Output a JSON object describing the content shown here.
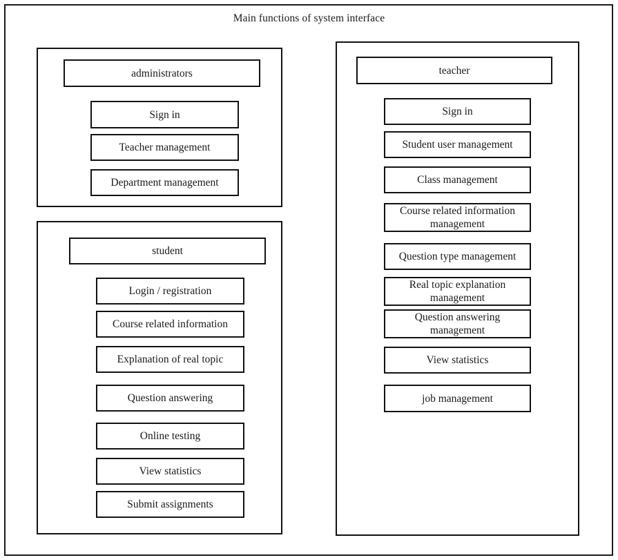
{
  "figure": {
    "title": "Main functions of system interface",
    "background": "#ffffff",
    "line_color": "#111111"
  },
  "groups": {
    "administrators": {
      "header": "administrators",
      "items": [
        {
          "label": "Sign in"
        },
        {
          "label": "Teacher management"
        },
        {
          "label": "Department management"
        }
      ]
    },
    "student": {
      "header": "student",
      "items": [
        {
          "label": "Login / registration"
        },
        {
          "label": "Course related information"
        },
        {
          "label": "Explanation of real topic"
        },
        {
          "label": "Question answering"
        },
        {
          "label": "Online testing"
        },
        {
          "label": "View statistics"
        },
        {
          "label": "Submit assignments"
        }
      ]
    },
    "teacher": {
      "header": "teacher",
      "items": [
        {
          "label": "Sign in"
        },
        {
          "label": "Student user management"
        },
        {
          "label": "Class management"
        },
        {
          "label": "Course related information\nmanagement"
        },
        {
          "label": "Question type management"
        },
        {
          "label": "Real topic explanation\nmanagement"
        },
        {
          "label": "Question answering\nmanagement"
        },
        {
          "label": "View statistics"
        },
        {
          "label": "job management"
        }
      ]
    }
  }
}
